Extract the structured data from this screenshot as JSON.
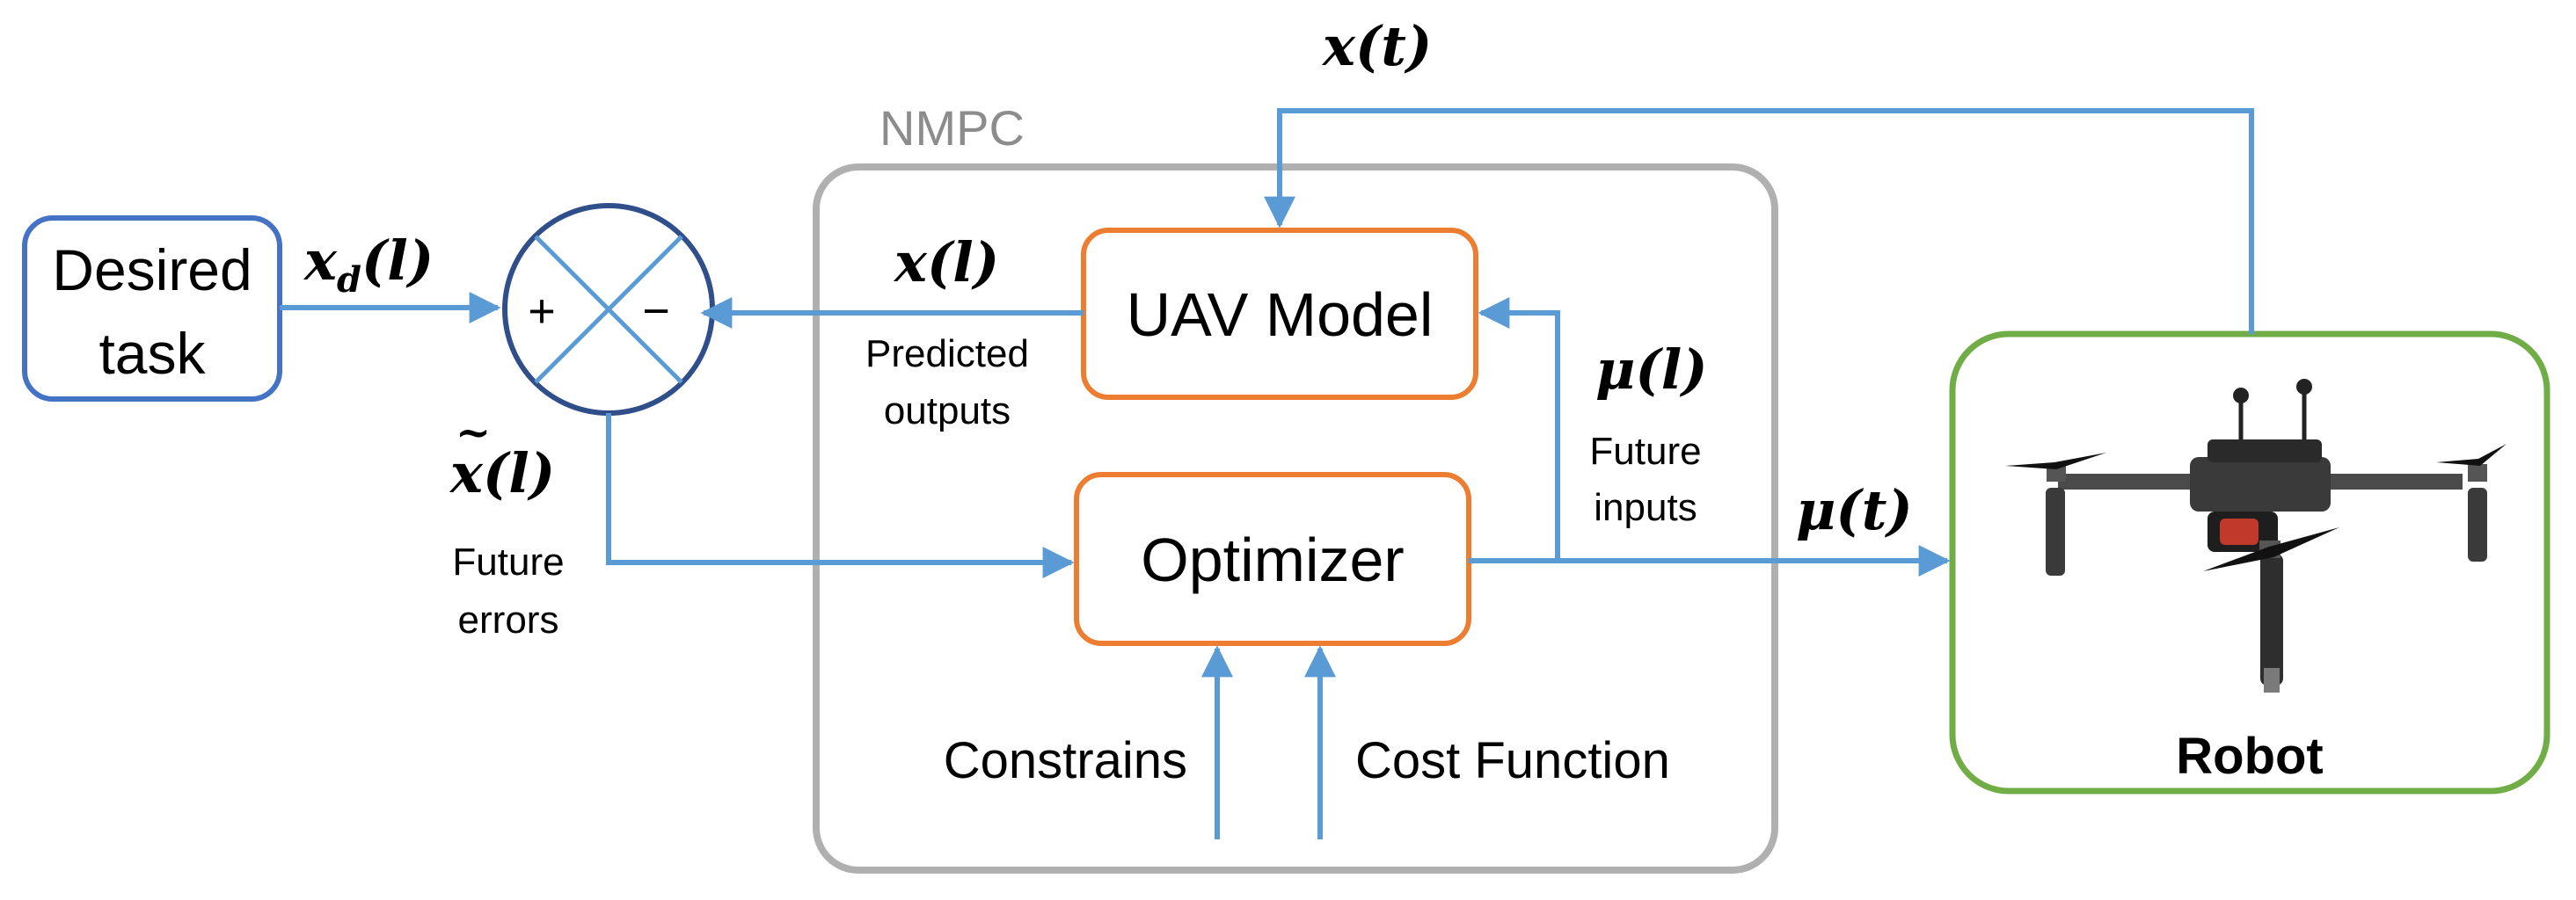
{
  "blocks": {
    "desired_task_line1": "Desired",
    "desired_task_line2": "task",
    "nmpc_label": "NMPC",
    "uav_model": "UAV Model",
    "optimizer": "Optimizer",
    "robot": "Robot"
  },
  "junction": {
    "plus": "+",
    "minus": "−"
  },
  "signals": {
    "x_d_main": "x",
    "x_d_sub": "d",
    "x_d_arg": "(l)",
    "x_l": "x(l)",
    "x_tilde_l": "x(l)",
    "x_tilde_mark": "~",
    "mu_l": "μ(l)",
    "mu_t": "μ(t)",
    "x_t": "x(t)"
  },
  "annotations": {
    "predicted_line1": "Predicted",
    "predicted_line2": "outputs",
    "future_inputs_line1": "Future",
    "future_inputs_line2": "inputs",
    "future_errors_line1": "Future",
    "future_errors_line2": "errors",
    "constrains": "Constrains",
    "cost_function": "Cost Function"
  },
  "colors": {
    "arrow": "#5b9bd5",
    "desired_border": "#4472c4",
    "junction_border": "#2f4e8a",
    "junction_cross": "#5b9bd5",
    "nmpc_border": "#b0b0b0",
    "nmpc_label": "#8c8c8c",
    "orange_border": "#ed7d31",
    "robot_border": "#70ad47"
  }
}
